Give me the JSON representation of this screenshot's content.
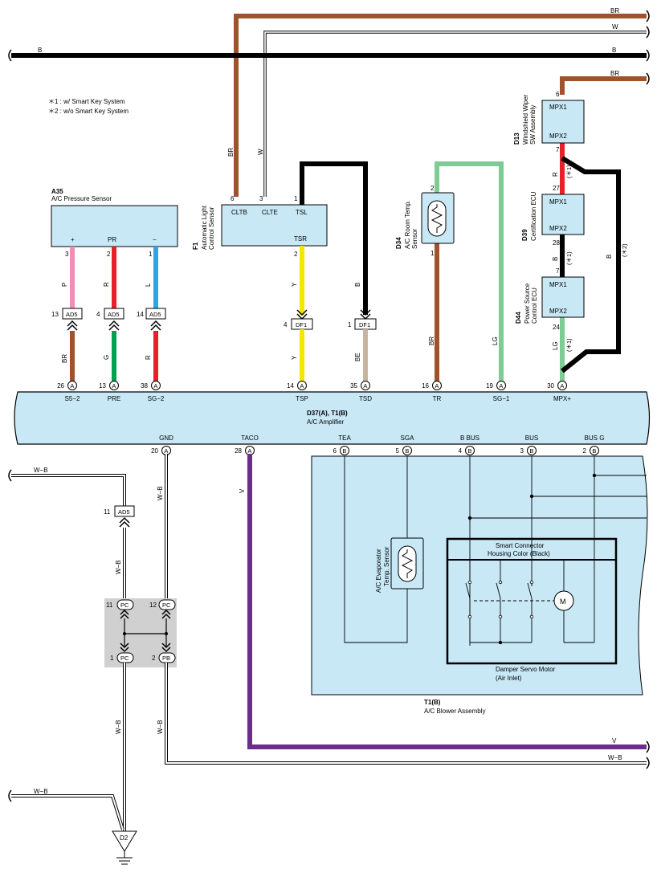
{
  "notes": {
    "note1": "＊1 : w/ Smart Key System",
    "note2": "＊2 : w/o Smart Key System"
  },
  "top_wires": {
    "br": "BR",
    "w": "W",
    "b": "B",
    "b_left": "B",
    "br2": "BR"
  },
  "a35": {
    "code": "A35",
    "name": "A/C Pressure Sensor",
    "pin_labels": [
      "+",
      "PR",
      "−"
    ],
    "pin_numbers": [
      "3",
      "2",
      "1"
    ],
    "wire_colors_upper": [
      "P",
      "R",
      "L"
    ],
    "junction_labels": [
      "AD5",
      "AD5",
      "AD5"
    ],
    "junction_pins": [
      "13",
      "4",
      "14"
    ],
    "wire_colors_lower": [
      "BR",
      "G",
      "R"
    ]
  },
  "f1": {
    "code": "F1",
    "name_line1": "Automatic Light",
    "name_line2": "Control Sensor",
    "pin_labels": [
      "CLTB",
      "CLTE",
      "TSL",
      "TSR"
    ],
    "pin_numbers": [
      "6",
      "3",
      "1",
      "2"
    ],
    "wire_colors": [
      "BR",
      "W",
      "Y",
      "B",
      "Y",
      "BE"
    ],
    "df1_label": "DF1",
    "df1_pins": [
      "4",
      "1"
    ]
  },
  "d34": {
    "code": "D34",
    "name_line1": "A/C Room Temp.",
    "name_line2": "Sensor",
    "pin_numbers": [
      "2",
      "1"
    ],
    "wire_colors": [
      "BR",
      "LG"
    ]
  },
  "d13": {
    "code": "D13",
    "name_line1": "Windshield Wiper",
    "name_line2": "SW Assembly",
    "pin_top": "6",
    "pin_bottom": "7",
    "labels": [
      "MPX1",
      "MPX2"
    ]
  },
  "d39": {
    "code": "D39",
    "name": "Certification ECU",
    "pin_top": "27",
    "pin_bottom": "28",
    "labels": [
      "MPX1",
      "MPX2"
    ],
    "wire_r": "R",
    "wire_b": "B",
    "star1": "(＊1)",
    "star2": "(＊2)"
  },
  "d44": {
    "code": "D44",
    "name_line1": "Power Source",
    "name_line2": "Control ECU",
    "pin_top": "7",
    "pin_bottom": "24",
    "labels": [
      "MPX1",
      "MPX2"
    ],
    "wire_lg": "LG"
  },
  "amplifier": {
    "code": "D37(A), T1(B)",
    "name": "A/C Amplifier",
    "top_pins": [
      {
        "num": "26",
        "conn": "A",
        "label": "S5−2"
      },
      {
        "num": "13",
        "conn": "A",
        "label": "PRE"
      },
      {
        "num": "38",
        "conn": "A",
        "label": "SG−2"
      },
      {
        "num": "14",
        "conn": "A",
        "label": "TSP"
      },
      {
        "num": "35",
        "conn": "A",
        "label": "TSD"
      },
      {
        "num": "16",
        "conn": "A",
        "label": "TR"
      },
      {
        "num": "19",
        "conn": "A",
        "label": "SG−1"
      },
      {
        "num": "30",
        "conn": "A",
        "label": "MPX+"
      }
    ],
    "bottom_pins": [
      {
        "num": "20",
        "conn": "A",
        "label": "GND"
      },
      {
        "num": "28",
        "conn": "A",
        "label": "TACO"
      },
      {
        "num": "6",
        "conn": "B",
        "label": "TEA"
      },
      {
        "num": "5",
        "conn": "B",
        "label": "SGA"
      },
      {
        "num": "4",
        "conn": "B",
        "label": "B BUS"
      },
      {
        "num": "3",
        "conn": "B",
        "label": "BUS"
      },
      {
        "num": "2",
        "conn": "B",
        "label": "BUS G"
      }
    ]
  },
  "blower": {
    "code": "T1(B)",
    "name": "A/C Blower Assembly",
    "evap_line1": "A/C Evaporator",
    "evap_line2": "Temp. Sensor",
    "smart_line1": "Smart Connector",
    "smart_line2": "Housing Color (Black)",
    "damper_line1": "Damper Servo Motor",
    "damper_line2": "(Air Inlet)",
    "motor_symbol": "M"
  },
  "lower": {
    "wb_labels": [
      "W−B",
      "W−B",
      "W−B",
      "W−B",
      "W−B",
      "W−B"
    ],
    "v_label": "V",
    "v_right": "V",
    "wb_right": "W−B",
    "ad5_label": "AD5",
    "ad5_pin": "11",
    "pc_top": [
      "11",
      "PC",
      "12",
      "PC"
    ],
    "pc_bottom": [
      "1",
      "PC",
      "2",
      "PB"
    ],
    "ground": "D2"
  }
}
